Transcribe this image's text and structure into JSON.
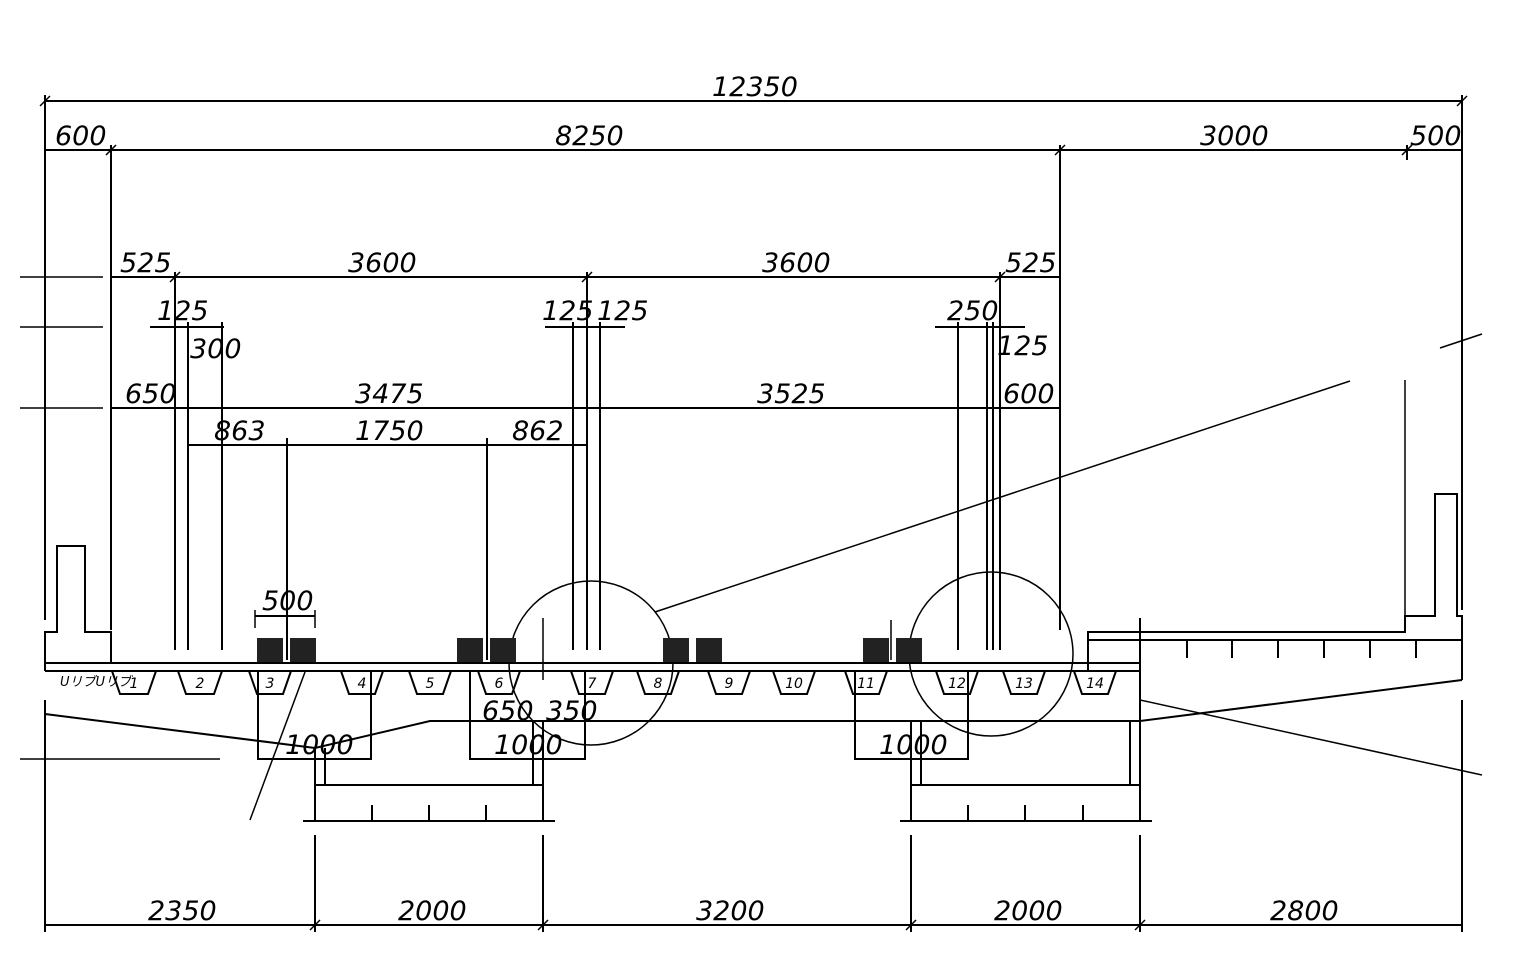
{
  "dimensions": {
    "total": "12350",
    "top_left": "600",
    "top_main": "8250",
    "top_right": "3000",
    "top_far_right": "500",
    "lane_left_edge": "525",
    "lane_left": "3600",
    "lane_right": "3600",
    "lane_right_edge": "525",
    "offset_125_left": "125",
    "offset_300": "300",
    "offset_125_mid_a": "125",
    "offset_125_mid_b": "125",
    "offset_250": "250",
    "offset_125_right": "125",
    "lane_650": "650",
    "lane_3475": "3475",
    "lane_3525": "3525",
    "lane_600": "600",
    "wheel_863": "863",
    "wheel_1750": "1750",
    "wheel_862": "862",
    "wheel_gap_500": "500",
    "dim_650_low": "650",
    "dim_350_low": "350",
    "pier_1000_a": "1000",
    "pier_1000_b": "1000",
    "pier_1000_c": "1000",
    "bottom_2350": "2350",
    "bottom_2000_a": "2000",
    "bottom_3200": "3200",
    "bottom_2000_b": "2000",
    "bottom_2800": "2800"
  },
  "girders": {
    "label_left": "UリブUリブ",
    "numbers": [
      "1",
      "2",
      "3",
      "4",
      "5",
      "6",
      "7",
      "8",
      "9",
      "10",
      "11",
      "12",
      "13",
      "14"
    ]
  }
}
